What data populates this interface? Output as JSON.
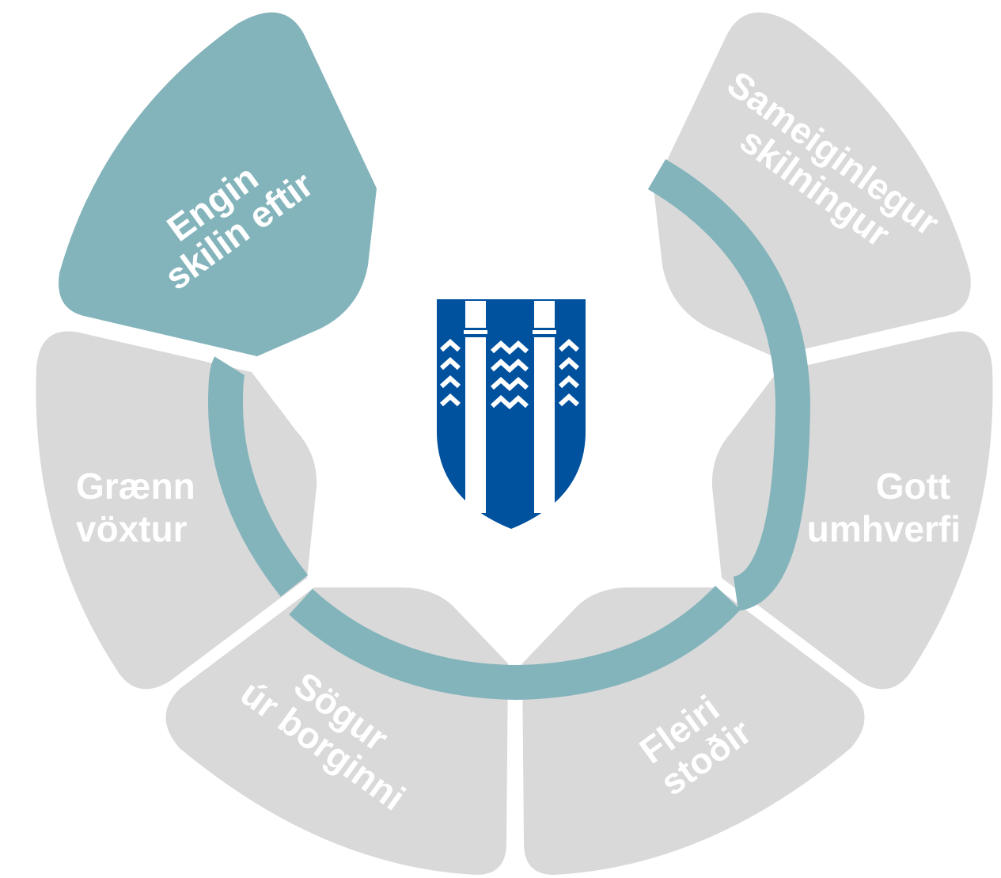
{
  "colors": {
    "active": "#84b4bb",
    "inactive": "#d9d9d9",
    "ring": "#84b4bb",
    "label": "#ffffff",
    "crest_blue": "#00519e",
    "background": "#ffffff"
  },
  "center": {
    "emblem": "reykjavik-coat-of-arms-icon"
  },
  "segments": [
    {
      "id": "engin-skilin-eftir",
      "active": true,
      "lines": [
        "Engin",
        "skilin eftir"
      ]
    },
    {
      "id": "sameiginlegur-skilningur",
      "active": false,
      "lines": [
        "Sameiginlegur",
        "skilningur"
      ]
    },
    {
      "id": "gott-umhverfi",
      "active": false,
      "lines": [
        "Gott",
        "umhverfi"
      ]
    },
    {
      "id": "fleiri-stodir",
      "active": false,
      "lines": [
        "Fleiri",
        "stoðir"
      ]
    },
    {
      "id": "sogur-ur-borginni",
      "active": false,
      "lines": [
        "Sögur",
        "úr borginni"
      ]
    },
    {
      "id": "graenn-voxtur",
      "active": false,
      "lines": [
        "Grænn",
        "vöxtur"
      ]
    }
  ]
}
